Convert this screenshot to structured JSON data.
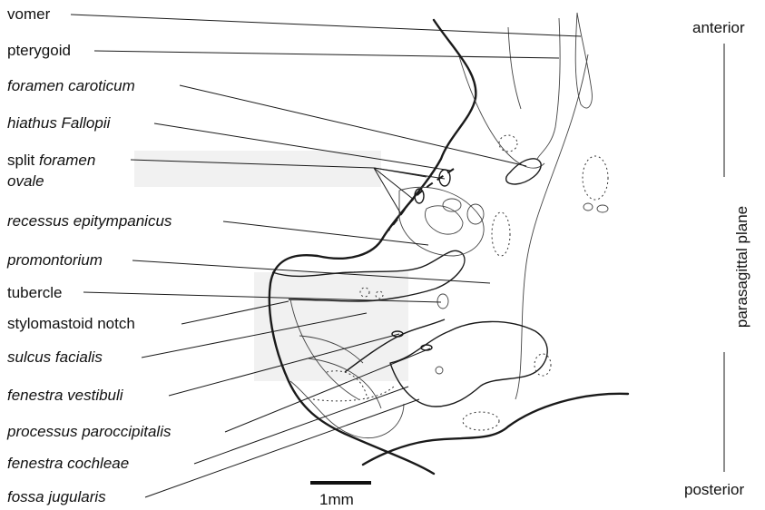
{
  "labels": {
    "vomer": "vomer",
    "pterygoid": "pterygoid",
    "foramen_caroticum": "foramen caroticum",
    "hiatus_fallopii": "hiathus Fallopii",
    "split_prefix": "split ",
    "split_foramen": "foramen",
    "split_ovale": "ovale",
    "recessus": "recessus epitympanicus",
    "promontorium": "promontorium",
    "tubercle": "tubercle",
    "stylomastoid": "stylomastoid notch",
    "sulcus": "sulcus facialis",
    "fenestra_vestibuli": "fenestra vestibuli",
    "processus": "processus paroccipitalis",
    "fenestra_cochleae": "fenestra cochleae",
    "fossa": "fossa jugularis"
  },
  "orientation": {
    "anterior": "anterior",
    "posterior": "posterior",
    "plane": "parasagittal plane"
  },
  "scale_bar": {
    "label": "1mm"
  }
}
